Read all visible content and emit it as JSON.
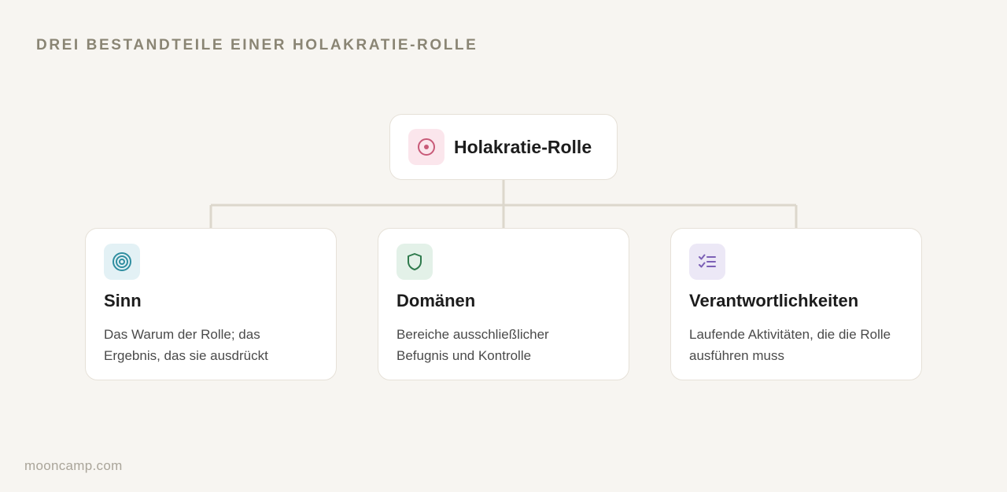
{
  "heading": "DREI BESTANDTEILE EINER HOLAKRATIE-ROLLE",
  "root": {
    "title": "Holakratie-Rolle",
    "icon": "target-circle-icon",
    "icon_bg": "#fbe6ec",
    "icon_color": "#c85a78"
  },
  "components": [
    {
      "title": "Sinn",
      "description": "Das Warum der Rolle; das Ergebnis, das sie ausdrückt",
      "icon": "concentric-target-icon",
      "icon_bg": "#e3f1f5",
      "icon_color": "#2f8ea0"
    },
    {
      "title": "Domänen",
      "description": "Bereiche ausschließlicher Befugnis und Kontrolle",
      "icon": "shield-icon",
      "icon_bg": "#e3f1e8",
      "icon_color": "#2e7a4c"
    },
    {
      "title": "Verantwortlichkeiten",
      "description": "Laufende Aktivitäten, die die Rolle ausführen muss",
      "icon": "checklist-icon",
      "icon_bg": "#ece8f6",
      "icon_color": "#7c60b6"
    }
  ],
  "footer": "mooncamp.com",
  "colors": {
    "background": "#f7f5f1",
    "connector": "#dcd7cc",
    "heading": "#8a8574"
  }
}
